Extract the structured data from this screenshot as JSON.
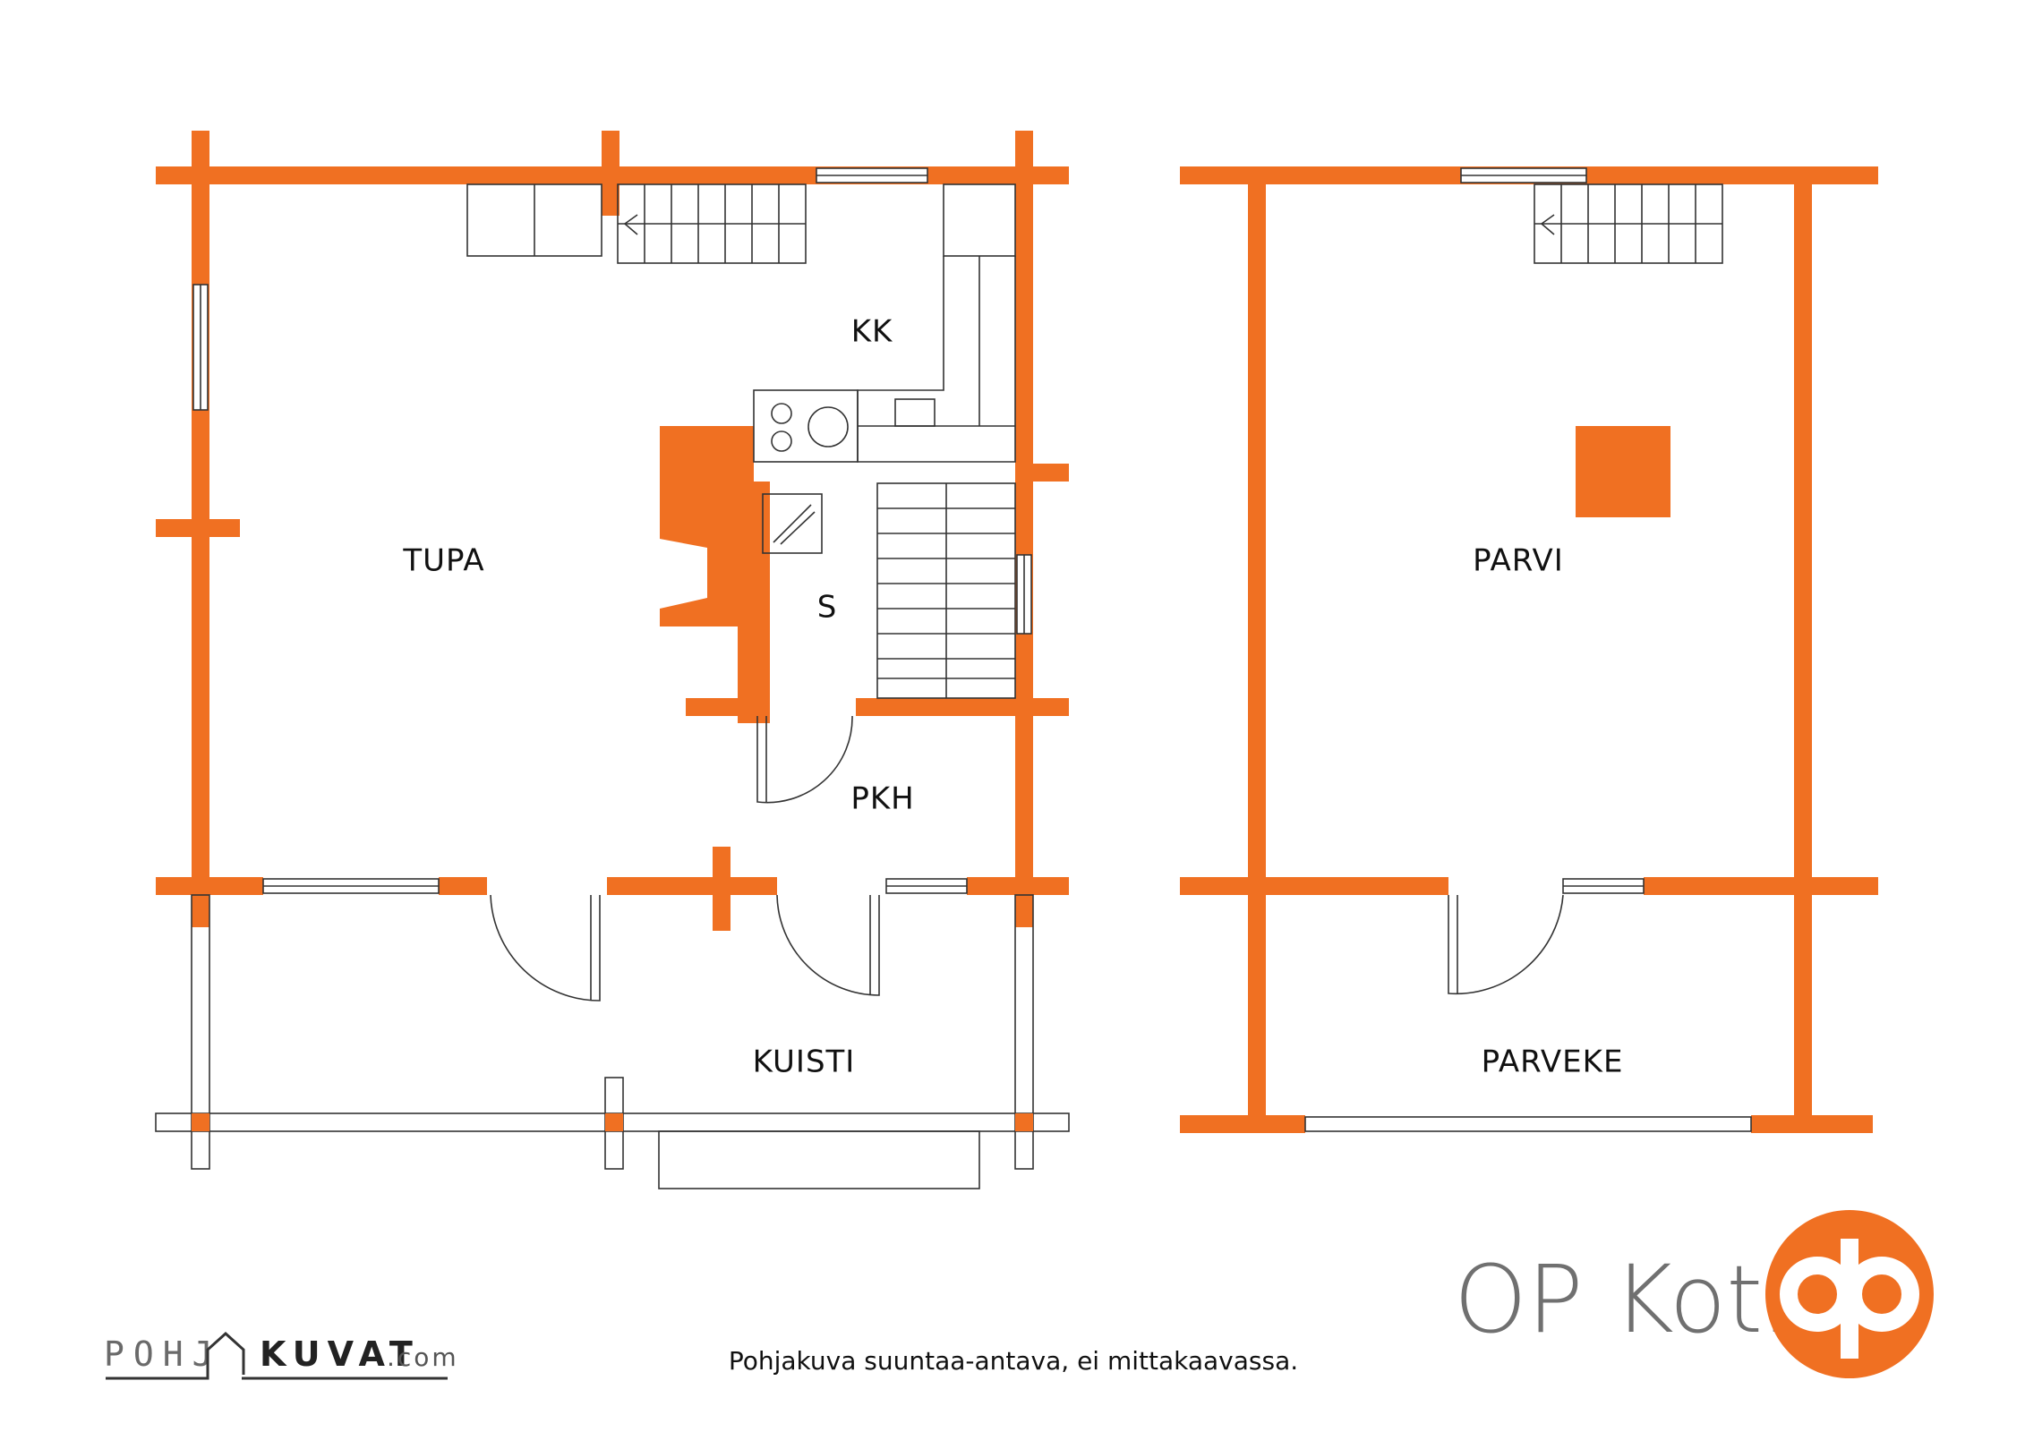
{
  "colors": {
    "wall": "#f07022",
    "line": "#333333",
    "brand_text": "#707070",
    "brand_logo": "#f07022"
  },
  "rooms": {
    "tupa": "TUPA",
    "kk": "KK",
    "s": "S",
    "pkh": "PKH",
    "kuisti": "KUISTI",
    "parvi": "PARVI",
    "parveke": "PARVEKE"
  },
  "brand": {
    "name": "OP Koti",
    "logo_icon": "op-logo-icon"
  },
  "watermark": {
    "part1": "POHJ",
    "part2": "KUVAT",
    "suffix": ".com"
  },
  "disclaimer": "Pohjakuva suuntaa-antava, ei mittakaavassa."
}
